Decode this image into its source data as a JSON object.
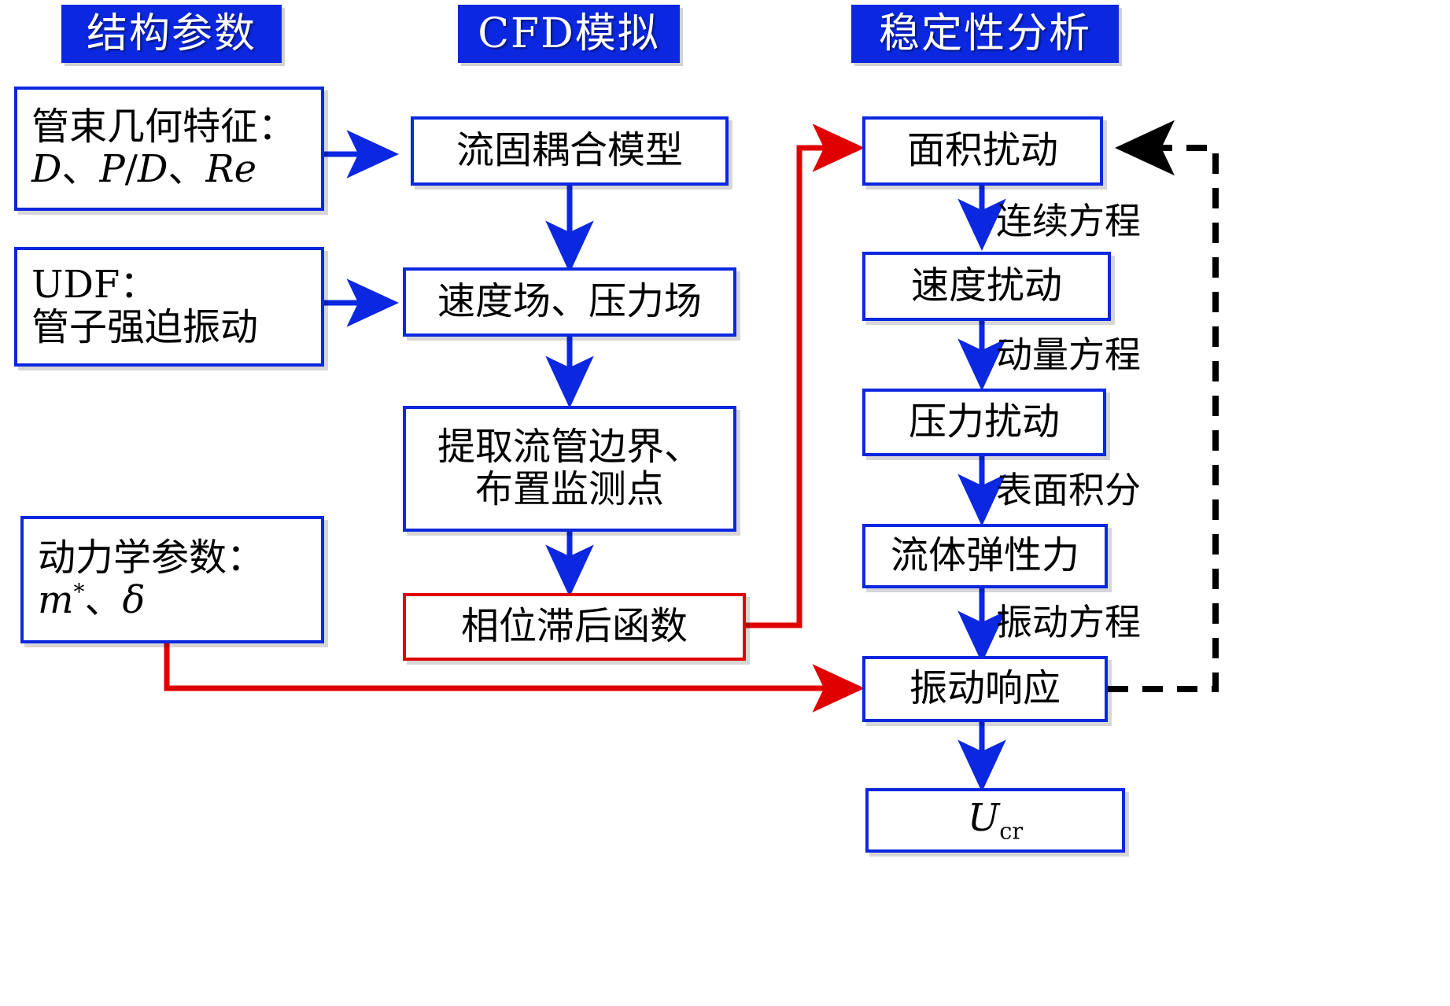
{
  "diagram": {
    "title_bars": [
      {
        "id": "structural-parameters",
        "label": "结构参数"
      },
      {
        "id": "cfd-simulation",
        "label": "CFD模拟"
      },
      {
        "id": "stability-analysis",
        "label": "稳定性分析"
      }
    ],
    "colors": {
      "header_fill": "#0B27E0",
      "header_text": "#FFFFFF",
      "box_border_blue": "#0B27E0",
      "box_border_red": "#E00000",
      "arrow_blue": "#0B27E0",
      "arrow_red": "#E00000",
      "arrow_dashed_black": "#000000",
      "box_fill": "#FFFFFF",
      "text": "#000000"
    },
    "left_column": [
      {
        "id": "tube-bundle-geometry",
        "lines": [
          "管束几何特征："
        ],
        "formula_html": "<span class=\"mathit\">D</span>、<span class=\"mathit\">P</span>/<span class=\"mathit\">D</span>、<span class=\"mathit\">Re</span>",
        "formula_text": "D、P/D、Re"
      },
      {
        "id": "udf",
        "lines": [
          "UDF：",
          "管子强迫振动"
        ],
        "formula_html": "",
        "formula_text": ""
      },
      {
        "id": "dynamic-parameters",
        "lines": [
          "动力学参数："
        ],
        "formula_html": "<span class=\"mathit\">m</span><span class=\"sup\">*</span>、<span class=\"mathit\">δ</span>",
        "formula_text": "m*、δ"
      }
    ],
    "middle_column": [
      {
        "id": "fsi-model",
        "lines": [
          "流固耦合模型"
        ],
        "border": "blue"
      },
      {
        "id": "velocity-pressure-field",
        "lines": [
          "速度场、压力场"
        ],
        "border": "blue"
      },
      {
        "id": "extract-flow-tube-boundary",
        "lines": [
          "提取流管边界、",
          "布置监测点"
        ],
        "border": "blue"
      },
      {
        "id": "phase-lag-function",
        "lines": [
          "相位滞后函数"
        ],
        "border": "red"
      }
    ],
    "right_column": [
      {
        "id": "area-perturbation",
        "lines": [
          "面积扰动"
        ]
      },
      {
        "id": "velocity-perturbation",
        "lines": [
          "速度扰动"
        ]
      },
      {
        "id": "pressure-perturbation",
        "lines": [
          "压力扰动"
        ]
      },
      {
        "id": "fluid-elastic-force",
        "lines": [
          "流体弹性力"
        ]
      },
      {
        "id": "vibration-response",
        "lines": [
          "振动响应"
        ]
      },
      {
        "id": "critical-velocity",
        "lines": [
          ""
        ],
        "formula_html": "<span class=\"mathit\">U</span><span class=\"sub\">cr</span>",
        "formula_text": "Ucr"
      }
    ],
    "edge_labels": [
      {
        "id": "continuity-equation",
        "label": "连续方程"
      },
      {
        "id": "momentum-equation",
        "label": "动量方程"
      },
      {
        "id": "surface-integral",
        "label": "表面积分"
      },
      {
        "id": "vibration-equation",
        "label": "振动方程"
      }
    ]
  }
}
